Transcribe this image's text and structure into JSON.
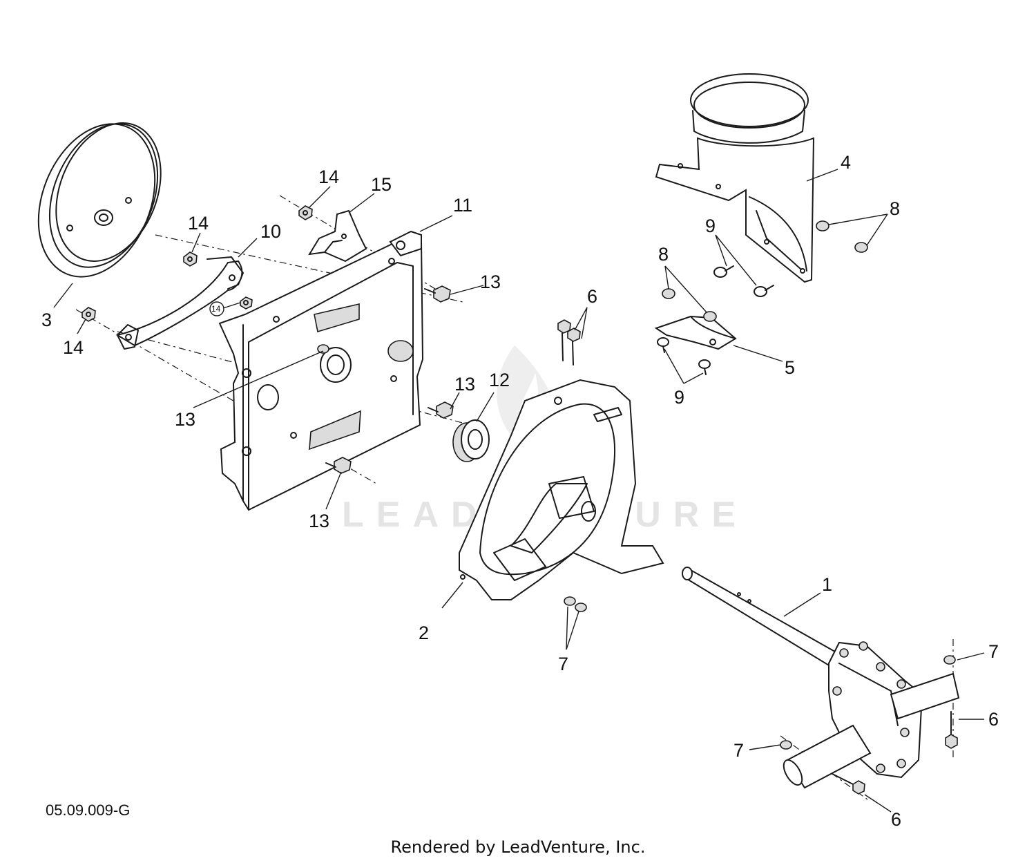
{
  "diagram": {
    "watermark": "LEADVENTURE",
    "drawing_number": "05.09.009-G",
    "credit": "Rendered by LeadVenture, Inc.",
    "callouts": [
      {
        "id": "c1",
        "label": "1"
      },
      {
        "id": "c2",
        "label": "2"
      },
      {
        "id": "c3",
        "label": "3"
      },
      {
        "id": "c4",
        "label": "4"
      },
      {
        "id": "c5",
        "label": "5"
      },
      {
        "id": "c6a",
        "label": "6"
      },
      {
        "id": "c6b",
        "label": "6"
      },
      {
        "id": "c6c",
        "label": "6"
      },
      {
        "id": "c7a",
        "label": "7"
      },
      {
        "id": "c7b",
        "label": "7"
      },
      {
        "id": "c7c",
        "label": "7"
      },
      {
        "id": "c8a",
        "label": "8"
      },
      {
        "id": "c8b",
        "label": "8"
      },
      {
        "id": "c9a",
        "label": "9"
      },
      {
        "id": "c9b",
        "label": "9"
      },
      {
        "id": "c10",
        "label": "10"
      },
      {
        "id": "c11",
        "label": "11"
      },
      {
        "id": "c12",
        "label": "12"
      },
      {
        "id": "c13a",
        "label": "13"
      },
      {
        "id": "c13b",
        "label": "13"
      },
      {
        "id": "c13c",
        "label": "13"
      },
      {
        "id": "c13d",
        "label": "13"
      },
      {
        "id": "c14a",
        "label": "14"
      },
      {
        "id": "c14b",
        "label": "14"
      },
      {
        "id": "c14c",
        "label": "14"
      },
      {
        "id": "c14d",
        "label": "14"
      },
      {
        "id": "c15",
        "label": "15"
      }
    ]
  }
}
